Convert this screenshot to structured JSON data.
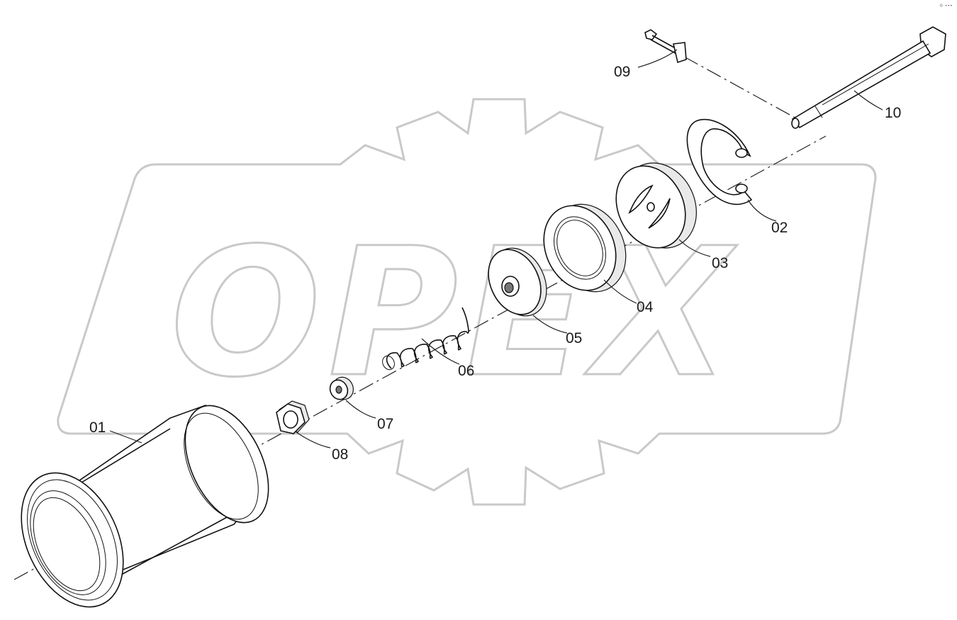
{
  "watermark": {
    "text": "OPEX",
    "color": "#c9c9c9"
  },
  "corner_mark": "© •••",
  "parts": [
    {
      "id": "part-01",
      "label": "01",
      "name": "housing-tube"
    },
    {
      "id": "part-02",
      "label": "02",
      "name": "retaining-ring"
    },
    {
      "id": "part-03",
      "label": "03",
      "name": "valve-disc"
    },
    {
      "id": "part-04",
      "label": "04",
      "name": "seal-ring"
    },
    {
      "id": "part-05",
      "label": "05",
      "name": "washer"
    },
    {
      "id": "part-06",
      "label": "06",
      "name": "spring"
    },
    {
      "id": "part-07",
      "label": "07",
      "name": "spacer"
    },
    {
      "id": "part-08",
      "label": "08",
      "name": "hex-nut"
    },
    {
      "id": "part-09",
      "label": "09",
      "name": "split-pin"
    },
    {
      "id": "part-10",
      "label": "10",
      "name": "bolt"
    }
  ]
}
